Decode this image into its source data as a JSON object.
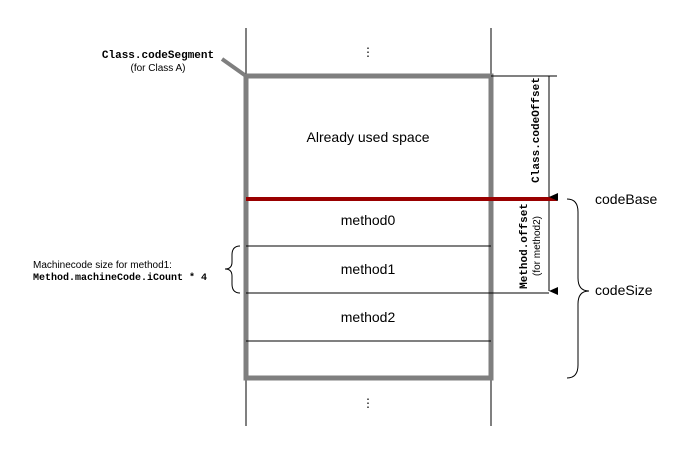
{
  "memory": {
    "ellipsis_top": "⋮",
    "ellipsis_bottom": "⋮",
    "used_space_label": "Already used space",
    "methods": [
      "method0",
      "method1",
      "method2"
    ]
  },
  "code_segment": {
    "name": "Class.codeSegment",
    "note": "(for Class A)"
  },
  "code_offset": {
    "name": "Class.codeOffset"
  },
  "method_offset": {
    "name": "Method.offset",
    "note": "(for method2)"
  },
  "code_base": {
    "label": "codeBase"
  },
  "code_size": {
    "label": "codeSize"
  },
  "machinecode": {
    "caption": "Machinecode size for method1:",
    "formula": "Method.machineCode.iCount * 4"
  },
  "colors": {
    "frame": "#7f7f7f",
    "code_base_line": "#990000",
    "line": "#000000"
  }
}
